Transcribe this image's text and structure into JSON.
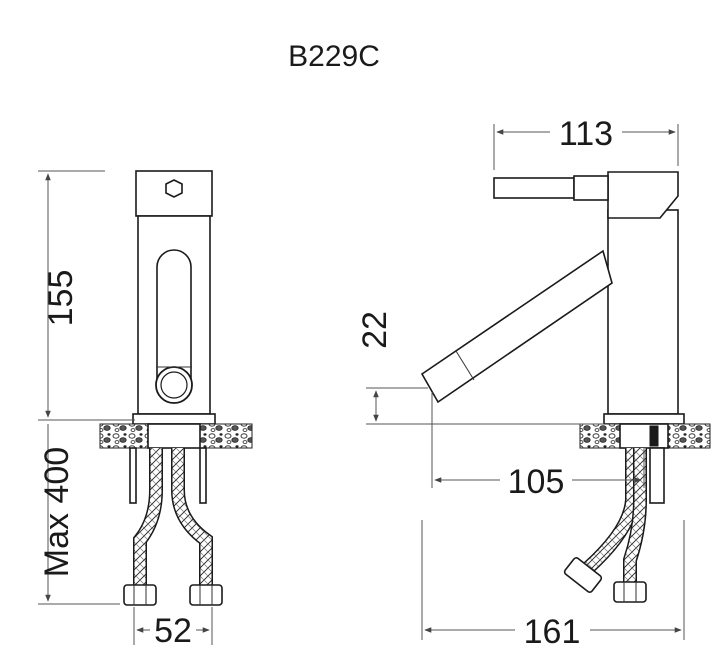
{
  "title": "B229C",
  "dimensions": {
    "height": "155",
    "hose_length": "Max 400",
    "hose_spacing": "52",
    "handle_length": "113",
    "spout_drop": "22",
    "spout_reach": "105",
    "total_depth": "161"
  }
}
